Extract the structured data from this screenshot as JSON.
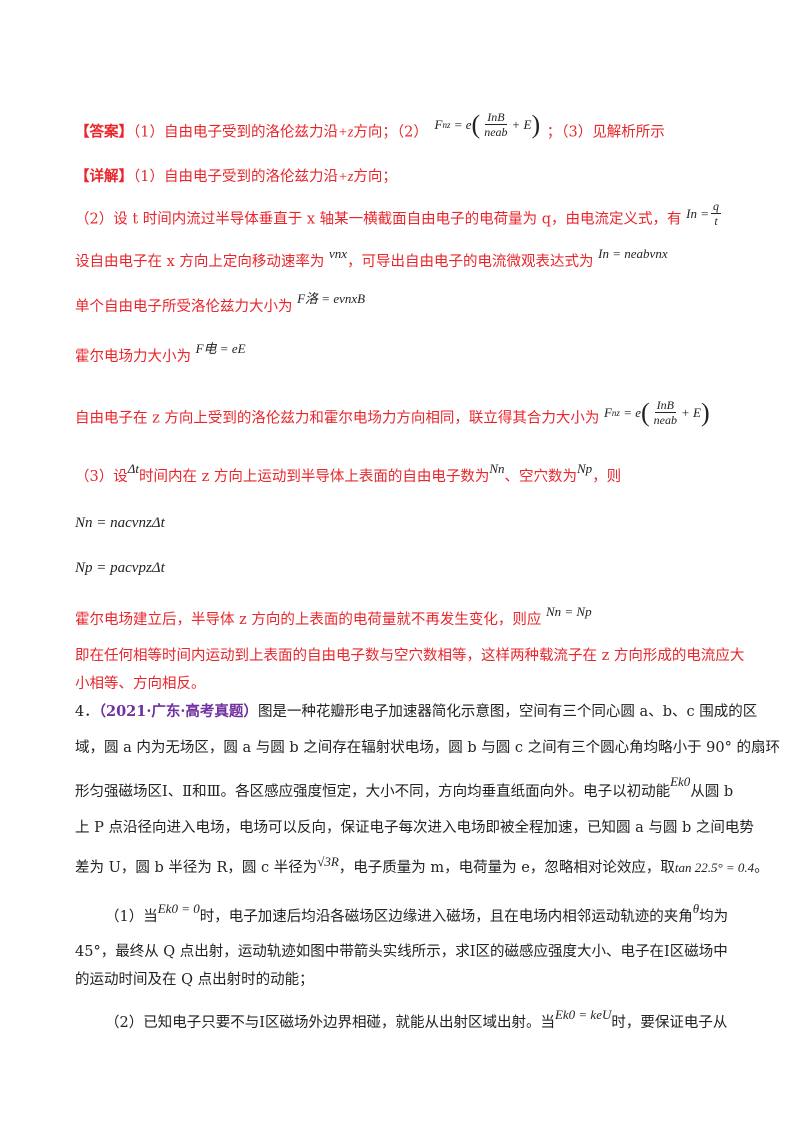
{
  "answer": {
    "tag": "【答案】",
    "p1": "（1）自由电子受到的洛伦兹力沿",
    "p1_dir": "+z",
    "p1_end": "方向；（2）",
    "p3": "；（3）见解析所示"
  },
  "detail": {
    "tag": "【详解】",
    "l1": "（1）自由电子受到的洛伦兹力沿",
    "l1_dir": "+z",
    "l1_end": "方向；",
    "l2": "（2）设 t 时间内流过半导体垂直于 x 轴某一横截面自由电子的电荷量为 q，由电流定义式，有",
    "l3": "设自由电子在 x 方向上定向移动速率为",
    "l3_mid": "，可导出自由电子的电流微观表达式为",
    "l4": "单个自由电子所受洛伦兹力大小为",
    "l5": "霍尔电场力大小为",
    "l6": "自由电子在 z 方向上受到的洛伦兹力和霍尔电场力方向相同，联立得其合力大小为",
    "l7a": "（3）设",
    "l7b": "时间内在 z 方向上运动到半导体上表面的自由电子数为",
    "l7c": "、空穴数为",
    "l7d": "，则",
    "eq_nn": "Nn = nacvnzΔt",
    "eq_np": "Np = pacvpzΔt",
    "l8": "霍尔电场建立后，半导体 z 方向的上表面的电荷量就不再发生变化，则应",
    "l9": "即在任何相等时间内运动到上表面的自由电子数与空穴数相等，这样两种载流子在 z 方向形成的电流应大",
    "l10": "小相等、方向相反。"
  },
  "q4": {
    "num": "4．",
    "source": "（2021·广东·高考真题）",
    "l1": "图是一种花瓣形电子加速器简化示意图，空间有三个同心圆 a、b、c 围成的区",
    "l2": "域，圆 a 内为无场区，圆 a 与圆 b 之间存在辐射状电场，圆 b 与圆 c 之间有三个圆心角均略小于 90° 的扇环",
    "l3": "形匀强磁场区Ⅰ、Ⅱ和Ⅲ。各区感应强度恒定，大小不同，方向均垂直纸面向外。电子以初动能",
    "l3_end": "从圆 b",
    "l4": "上 P 点沿径向进入电场，电场可以反向，保证电子每次进入电场即被全程加速，已知圆 a 与圆 b 之间电势",
    "l5a": "差为 U，圆 b 半径为 R，圆 c 半径为",
    "l5b": "，电子质量为 m，电荷量为 e，忽略相对论效应，取",
    "l5c": "。",
    "s1a": "（1）当",
    "s1b": "时，电子加速后均沿各磁场区边缘进入磁场，且在电场内相邻运动轨迹的夹角",
    "s1c": "均为",
    "s1d": "45°，最终从 Q 点出射，运动轨迹如图中带箭头实线所示，求Ⅰ区的磁感应强度大小、电子在Ⅰ区磁场中",
    "s1e": "的运动时间及在 Q 点出射时的动能；",
    "s2a": "（2）已知电子只要不与Ⅰ区磁场外边界相碰，就能从出射区域出射。当",
    "s2b": "时，要保证电子从"
  },
  "math": {
    "F": "F",
    "e_eq": "= e",
    "InB": "InB",
    "neab": "neab",
    "plusE": "+ E",
    "In_q": "In =",
    "q": "q",
    "t": "t",
    "vnx": "vnx",
    "In_micro": "In = neabvnx",
    "Fluo": "F洛 = evnxB",
    "Fhall": "F电 = eE",
    "dt": "Δt",
    "Nn": "Nn",
    "Np": "Np",
    "NnNp": "Nn = Np",
    "Ek0": "Ek0",
    "sqrt3R": "√3R",
    "tan": "tan 22.5° = 0.4",
    "Ek0_0": "Ek0 = 0",
    "theta": "θ",
    "Ek0_keU": "Ek0 = keU"
  }
}
